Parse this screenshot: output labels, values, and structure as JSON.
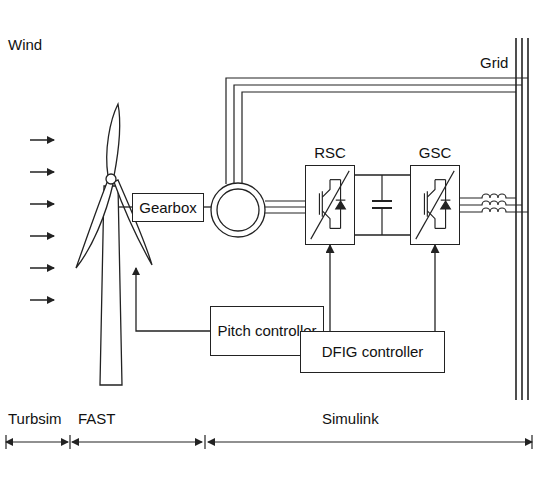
{
  "diagram": {
    "nodes": [
      {
        "text": [
          "Gearbox"
        ]
      },
      {
        "text": [
          "RSC"
        ]
      },
      {
        "text": [
          "GSC"
        ]
      },
      {
        "text": [
          "Pitch controller"
        ]
      },
      {
        "text": [
          "DFIG controller"
        ]
      }
    ],
    "edges": [
      {
        "from": 4,
        "to": 1,
        "arrow": "to"
      },
      {
        "from": 4,
        "to": 2,
        "arrow": "to"
      },
      {
        "from": 1,
        "to": 2,
        "arrow": "none"
      }
    ],
    "labels": [
      "Wind",
      "Grid",
      "Turbsim",
      "FAST",
      "Simulink"
    ]
  }
}
